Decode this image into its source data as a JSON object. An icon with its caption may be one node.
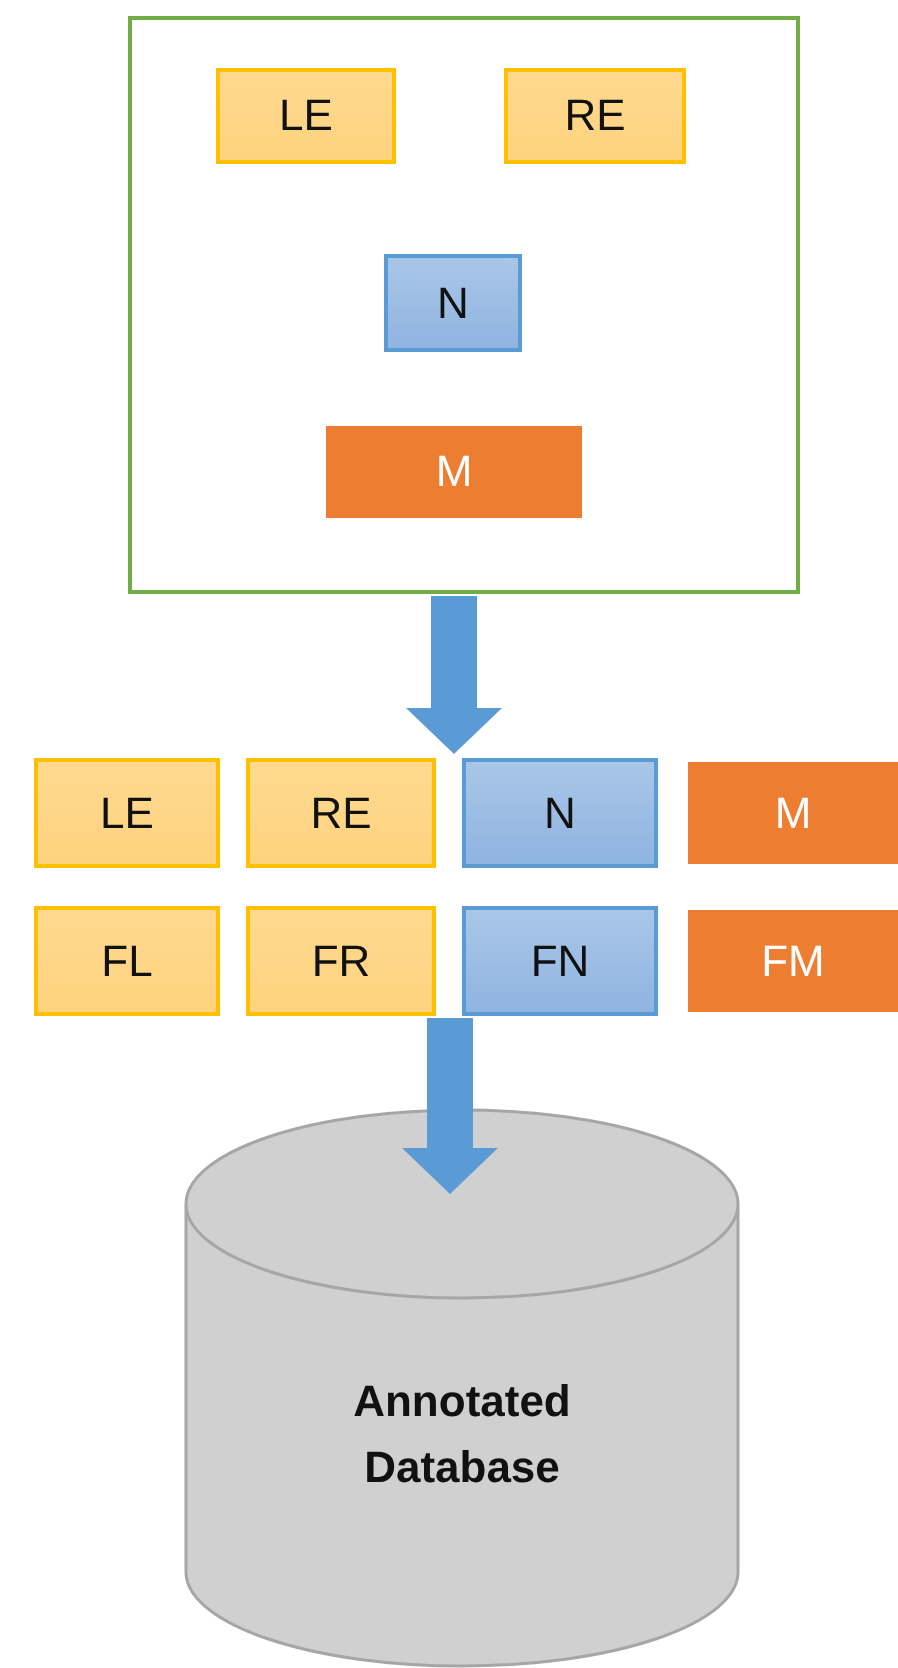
{
  "diagram": {
    "nodes": [
      {
        "text": [],
        "shape": "box"
      },
      {
        "text": [
          "LE"
        ],
        "in": 0
      },
      {
        "text": [
          "RE"
        ],
        "in": 0
      },
      {
        "text": [
          "N"
        ],
        "in": 0
      },
      {
        "text": [
          "M"
        ],
        "in": 0
      },
      {
        "text": [
          "LE"
        ]
      },
      {
        "text": [
          "RE"
        ]
      },
      {
        "text": [
          "N"
        ]
      },
      {
        "text": [
          "M"
        ]
      },
      {
        "text": [
          "FL"
        ]
      },
      {
        "text": [
          "FR"
        ]
      },
      {
        "text": [
          "FN"
        ]
      },
      {
        "text": [
          "FM"
        ]
      },
      {
        "text": [
          "Annotated Database"
        ]
      }
    ],
    "edges": [
      {
        "from": 0,
        "to": 6,
        "arrow": "to"
      },
      {
        "from": 10,
        "to": 13,
        "arrow": "to"
      }
    ]
  }
}
